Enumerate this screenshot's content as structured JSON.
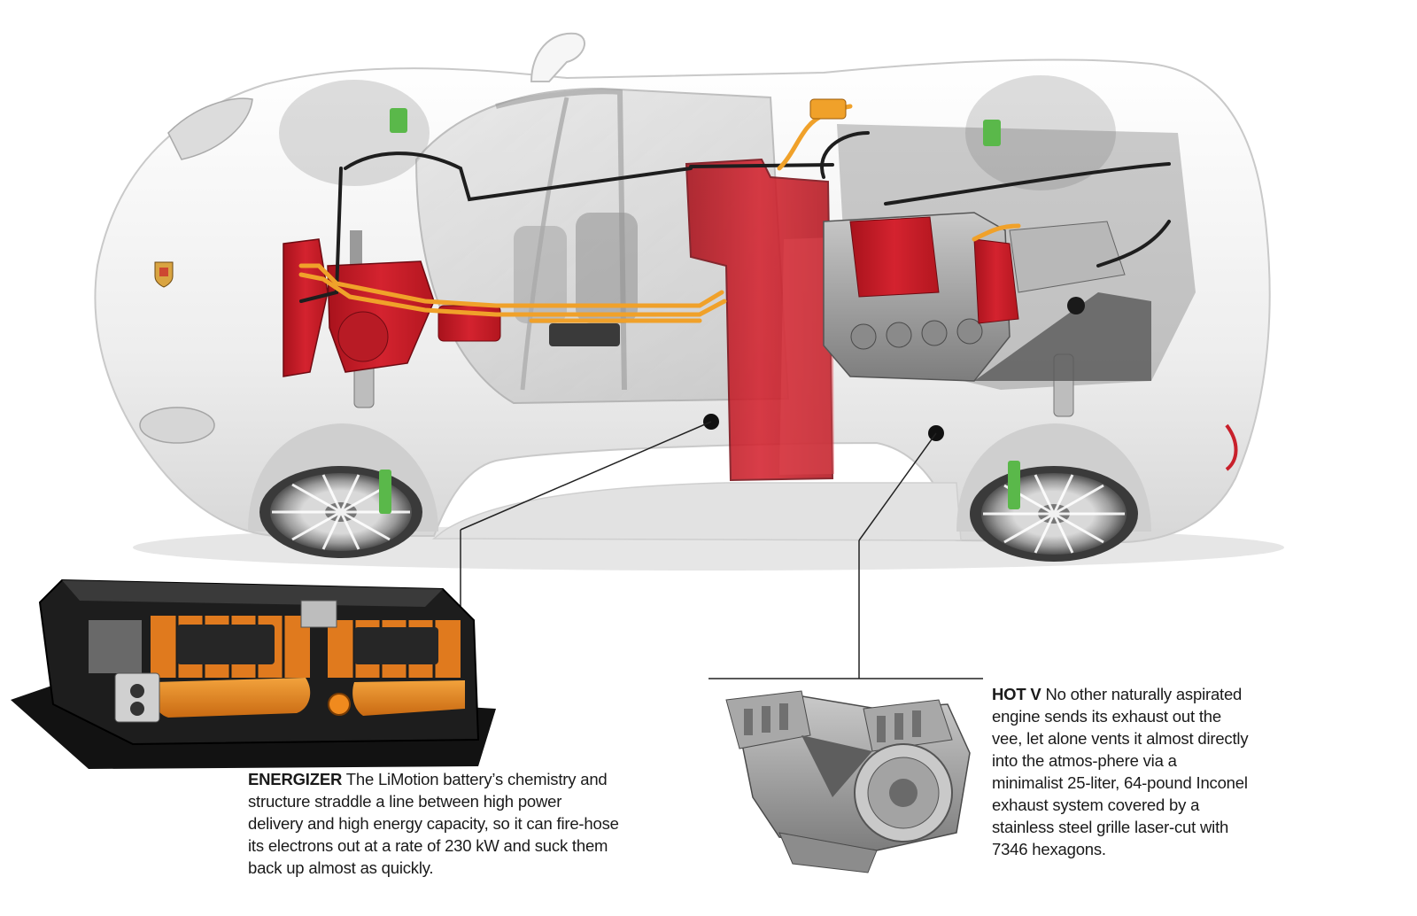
{
  "captions": {
    "energizer": {
      "heading": "ENERGIZER",
      "body": "The LiMotion battery’s chemistry and structure straddle a line between high power delivery and high energy capacity, so it can fire-hose its electrons out at a rate of 230 kW and suck them back up almost as quickly."
    },
    "hot_v": {
      "heading": "HOT V",
      "body": "No other naturally aspirated engine sends its exhaust out the vee, let alone vents it almost directly into the atmos-phere via a minimalist 25-liter, 64-pound Inconel exhaust system covered by a stainless steel grille laser-cut with 7346 hexagons."
    }
  },
  "colors": {
    "body_white": "#f2f2f2",
    "component_red": "#c8202b",
    "cable_orange": "#f0a12a",
    "cell_orange": "#e07a1e",
    "battery_black": "#1b1b1b",
    "suspension_green": "#5ab84a",
    "leader_line": "#222222"
  },
  "icons": [
    "brand-crest-icon"
  ]
}
